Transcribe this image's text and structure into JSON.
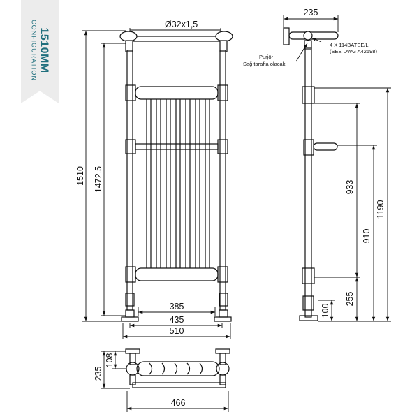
{
  "side_tab": {
    "model": "1510MM",
    "subtitle": "CONFIGURATION"
  },
  "front_view": {
    "pipe_label": "Ø32x1,5",
    "height_overall": "1510",
    "height_inner": "1472.5",
    "width_rail": "385",
    "width_centres": "435",
    "width_overall": "510"
  },
  "side_view": {
    "depth": "235",
    "valve_note": "Purjör",
    "valve_note_2": "Sağ tarafta olacak",
    "bracket_note": "4 X 114BATEE/L",
    "bracket_note_2": "(SEE DWG A42598)",
    "h_933": "933",
    "h_910": "910",
    "h_1190": "1190",
    "h_255": "255",
    "h_100": "100"
  },
  "top_view": {
    "depth_overall": "235",
    "depth_inner": "108",
    "width": "466"
  }
}
